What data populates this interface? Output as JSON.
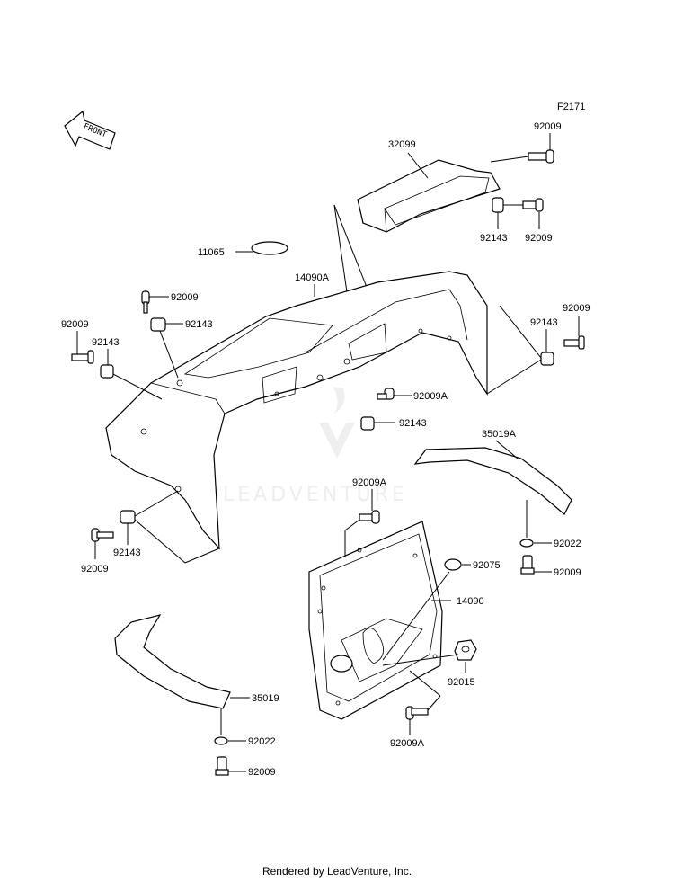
{
  "diagram_code": "F2171",
  "front_label": "FRONT",
  "watermark": "LEADVENTURE",
  "footer": "Rendered by LeadVenture, Inc.",
  "labels": {
    "p32099": "32099",
    "p92009_top": "92009",
    "p92143_top": "92143",
    "p92009_top2": "92009",
    "p11065": "11065",
    "p14090A": "14090A",
    "p92009_l1": "92009",
    "p92143_l1": "92143",
    "p92009_l2": "92009",
    "p92143_l2": "92143",
    "p92143_r": "92143",
    "p92009_r": "92009",
    "p92009A_mid": "92009A",
    "p92143_mid": "92143",
    "p35019A": "35019A",
    "p92009A_b": "92009A",
    "p92143_bl": "92143",
    "p92009_bl": "92009",
    "p92022_r": "92022",
    "p92075": "92075",
    "p92009_r2": "92009",
    "p14090": "14090",
    "p35019": "35019",
    "p92015": "92015",
    "p92009A_low": "92009A",
    "p92022_b": "92022",
    "p92009_b": "92009"
  }
}
